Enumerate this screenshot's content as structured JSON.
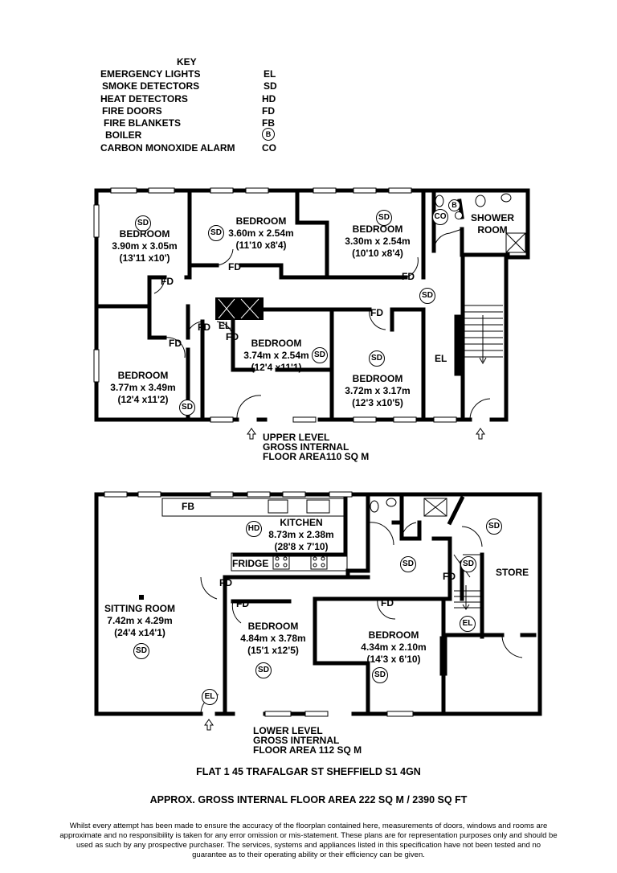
{
  "key": {
    "title": "KEY",
    "rows": [
      {
        "label": "EMERGENCY LIGHTS",
        "code": "EL"
      },
      {
        "label": "SMOKE DETECTORS",
        "code": "SD"
      },
      {
        "label": "HEAT DETECTORS",
        "code": "HD"
      },
      {
        "label": "FIRE DOORS",
        "code": "FD"
      },
      {
        "label": "FIRE BLANKETS",
        "code": "FB"
      },
      {
        "label": "BOILER",
        "code": "B"
      },
      {
        "label": "CARBON MONOXIDE ALARM",
        "code": "CO"
      }
    ]
  },
  "upper": {
    "rooms": [
      {
        "name": "BEDROOM",
        "size": "3.90m x 3.05m",
        "imperial": "(13'11 x10')"
      },
      {
        "name": "BEDROOM",
        "size": "3.60m x 2.54m",
        "imperial": "(11'10 x8'4)"
      },
      {
        "name": "BEDROOM",
        "size": "3.30m x 2.54m",
        "imperial": "(10'10 x8'4)"
      },
      {
        "name": "SHOWER",
        "size": "ROOM",
        "imperial": ""
      },
      {
        "name": "BEDROOM",
        "size": "3.77m x 3.49m",
        "imperial": "(12'4 x11'2)"
      },
      {
        "name": "BEDROOM",
        "size": "3.74m x 2.54m",
        "imperial": "(12'4 x11'1)"
      },
      {
        "name": "BEDROOM",
        "size": "3.72m x 3.17m",
        "imperial": "(12'3 x10'5)"
      }
    ],
    "level_label": [
      "UPPER LEVEL",
      "GROSS INTERNAL",
      "FLOOR AREA110 SQ M"
    ]
  },
  "lower": {
    "kitchen": {
      "name": "KITCHEN",
      "size": "8.73m x 2.38m",
      "imperial": "(28'8 x 7'10)"
    },
    "fridge": "FRIDGE",
    "fb": "FB",
    "sitting": {
      "name": "SITTING ROOM",
      "size": "7.42m x 4.29m",
      "imperial": "(24'4 x14'1)"
    },
    "bed1": {
      "name": "BEDROOM",
      "size": "4.84m x 3.78m",
      "imperial": "(15'1 x12'5)"
    },
    "bed2": {
      "name": "BEDROOM",
      "size": "4.34m x 2.10m",
      "imperial": "(14'3 x 6'10)"
    },
    "store": "STORE",
    "level_label": [
      "LOWER LEVEL",
      "GROSS INTERNAL",
      "FLOOR AREA 112 SQ M"
    ]
  },
  "markers": {
    "fd": "FD",
    "sd": "SD",
    "el": "EL",
    "hd": "HD",
    "co": "CO",
    "b": "B"
  },
  "footer": {
    "address": "FLAT 1 45 TRAFALGAR ST SHEFFIELD S1 4GN",
    "area": "APPROX. GROSS INTERNAL FLOOR AREA 222 SQ M / 2390 SQ FT",
    "disclaimer": "Whilst every attempt has been made to ensure the accuracy of the floorplan contained here, measurements of doors, windows and rooms are approximate and no responsibility is taken for any error omission or mis-statement. These plans are for representation purposes only and should be used as such by any prospective purchaser. The services, systems and appliances listed in this specification have not been tested and no guarantee as to their operating ability or their efficiency can be given."
  }
}
